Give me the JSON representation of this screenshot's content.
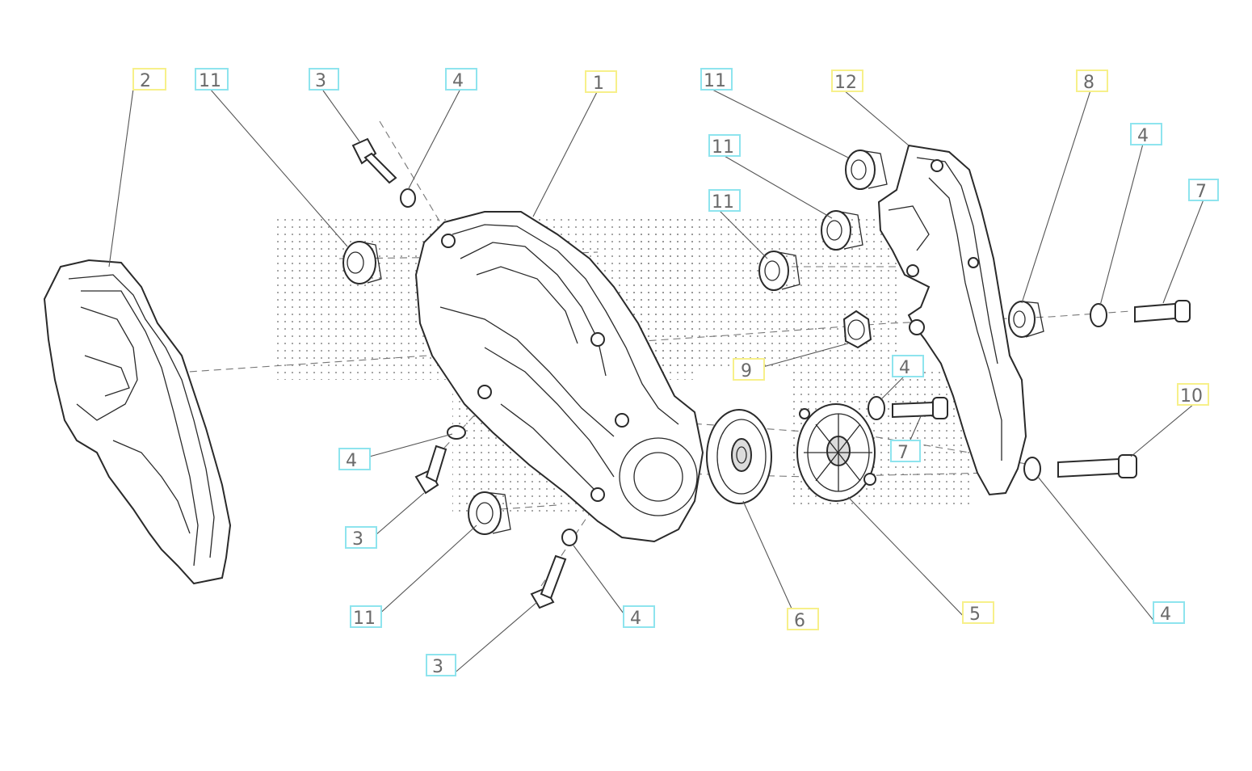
{
  "colors": {
    "yellow_callout": "#f7f08a",
    "cyan_callout": "#8ee4ee",
    "leader_line": "#555555",
    "part_outline": "#2a2a2a"
  },
  "callouts": [
    {
      "id": "c-2",
      "text": "2",
      "color": "yellow"
    },
    {
      "id": "c-11a",
      "text": "11",
      "color": "cyan"
    },
    {
      "id": "c-3a",
      "text": "3",
      "color": "cyan"
    },
    {
      "id": "c-4a",
      "text": "4",
      "color": "cyan"
    },
    {
      "id": "c-1",
      "text": "1",
      "color": "yellow"
    },
    {
      "id": "c-11b",
      "text": "11",
      "color": "cyan"
    },
    {
      "id": "c-12",
      "text": "12",
      "color": "yellow"
    },
    {
      "id": "c-8",
      "text": "8",
      "color": "yellow"
    },
    {
      "id": "c-4b",
      "text": "4",
      "color": "cyan"
    },
    {
      "id": "c-7a",
      "text": "7",
      "color": "cyan"
    },
    {
      "id": "c-11c",
      "text": "11",
      "color": "cyan"
    },
    {
      "id": "c-11d",
      "text": "11",
      "color": "cyan"
    },
    {
      "id": "c-9",
      "text": "9",
      "color": "yellow"
    },
    {
      "id": "c-4c",
      "text": "4",
      "color": "cyan"
    },
    {
      "id": "c-10",
      "text": "10",
      "color": "yellow"
    },
    {
      "id": "c-7b",
      "text": "7",
      "color": "cyan"
    },
    {
      "id": "c-4d",
      "text": "4",
      "color": "cyan"
    },
    {
      "id": "c-3b",
      "text": "3",
      "color": "cyan"
    },
    {
      "id": "c-11e",
      "text": "11",
      "color": "cyan"
    },
    {
      "id": "c-4e",
      "text": "4",
      "color": "cyan"
    },
    {
      "id": "c-3c",
      "text": "3",
      "color": "cyan"
    },
    {
      "id": "c-6",
      "text": "6",
      "color": "yellow"
    },
    {
      "id": "c-5",
      "text": "5",
      "color": "yellow"
    },
    {
      "id": "c-4f",
      "text": "4",
      "color": "cyan"
    }
  ]
}
